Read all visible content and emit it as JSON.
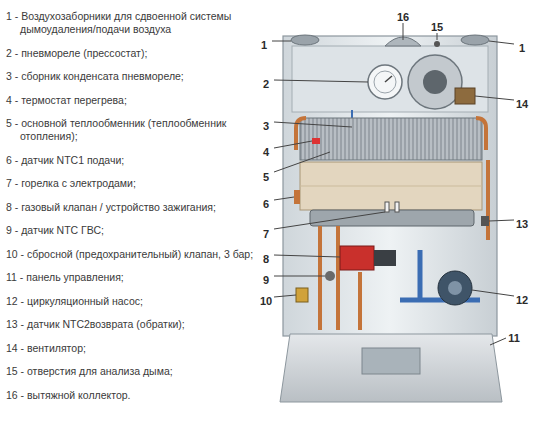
{
  "diagram": {
    "labels": [
      "1 - Воздухозаборники для сдвоенной системы дымоудаления/подачи воздуха",
      "2 - пневмореле (прессостат);",
      "3 - сборник конденсата пневмореле;",
      "4 - термостат перегрева;",
      "5 - основной теплообменник (теплообменник отопления);",
      "6 - датчик NTC1 подачи;",
      "7 - горелка с электродами;",
      "8 - газовый клапан / устройство зажигания;",
      "9 - датчик NTC ГВС;",
      "10 - сбросной (предохранительный) клапан, 3 бар;",
      "11 - панель управления;",
      "12 - циркуляционный насос;",
      "13 - датчик NTC2возврата (обратки);",
      "14 - вентилятор;",
      "15 - отверстия для анализа дыма;",
      "16 - вытяжной коллектор.",
      "16",
      "15",
      "1",
      "1",
      "2",
      "14",
      "3",
      "4",
      "5",
      "6",
      "7",
      "13",
      "8",
      "9",
      "10",
      "12",
      "11"
    ]
  }
}
